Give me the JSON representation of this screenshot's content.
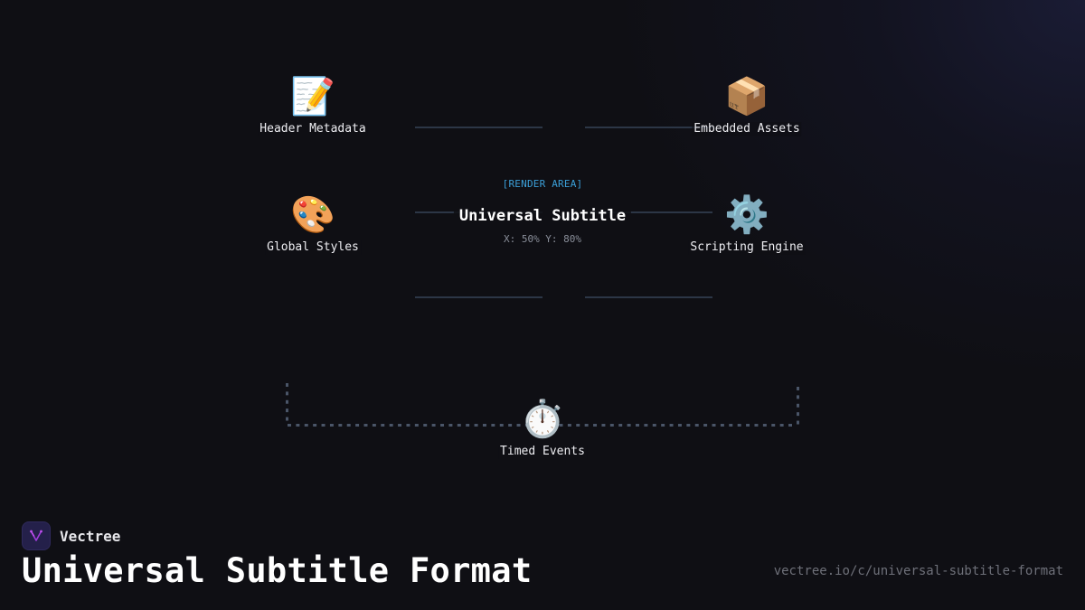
{
  "diagram": {
    "center": {
      "tag": "[RENDER AREA]",
      "title": "Universal Subtitle",
      "coords": "X: 50% Y: 80%"
    },
    "nodes": [
      {
        "id": "header-metadata",
        "label": "Header Metadata",
        "icon": "📝",
        "icon_name": "memo-pencil-icon"
      },
      {
        "id": "embedded-assets",
        "label": "Embedded Assets",
        "icon": "📦",
        "icon_name": "package-box-icon"
      },
      {
        "id": "global-styles",
        "label": "Global Styles",
        "icon": "🎨",
        "icon_name": "palette-icon"
      },
      {
        "id": "scripting-engine",
        "label": "Scripting Engine",
        "icon": "⚙️",
        "icon_name": "gear-icon"
      },
      {
        "id": "timed-events",
        "label": "Timed Events",
        "icon": "⏱️",
        "icon_name": "stopwatch-icon"
      }
    ],
    "colors": {
      "background": "#0f0f14",
      "connector": "#2c3646",
      "dotted_connector": "#4a5568",
      "render_tag": "#3b9fd8",
      "coords_text": "#8a8f9a"
    }
  },
  "footer": {
    "brand_name": "Vectree",
    "title": "Universal Subtitle Format",
    "url": "vectree.io/c/universal-subtitle-format",
    "brand_color": "#24204a",
    "brand_accent": "#a23cdc"
  }
}
